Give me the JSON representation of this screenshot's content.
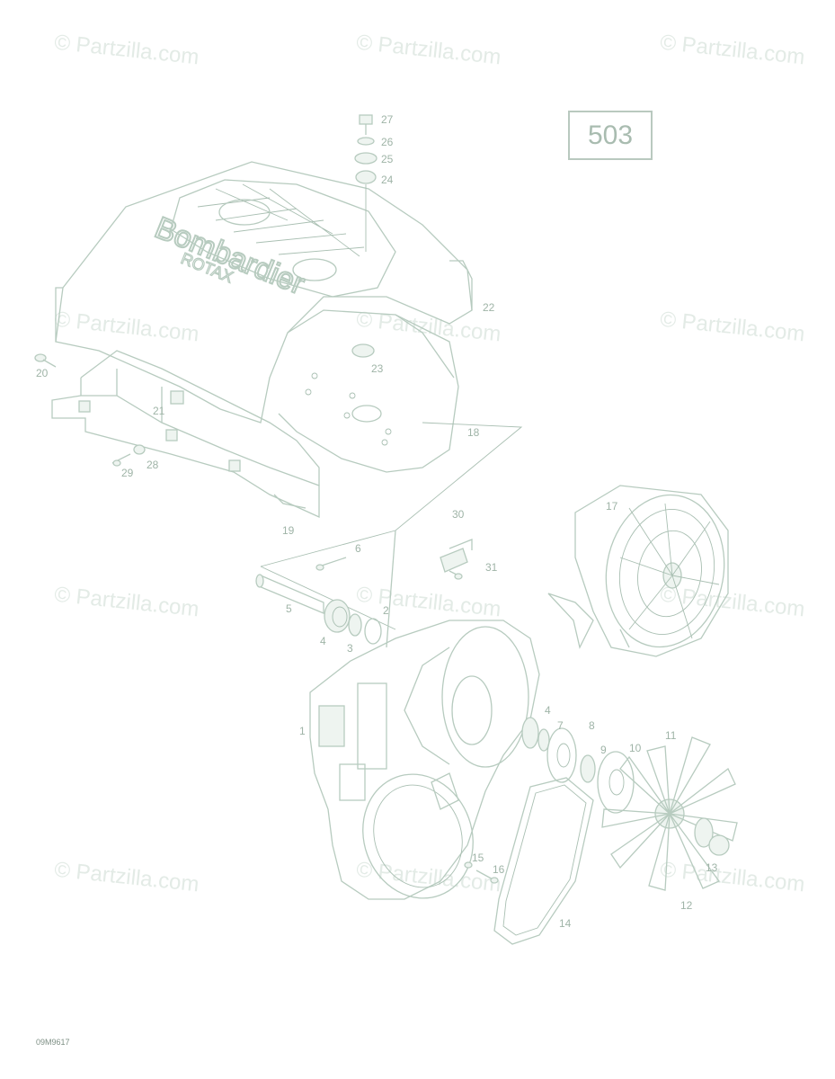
{
  "diagram": {
    "model_number": "503",
    "drawing_code": "09M9617",
    "brand_text": "Bombardier",
    "sub_brand_text": "ROTAX",
    "watermark_text": "© Partzilla.com",
    "part_numbers": [
      "1",
      "2",
      "3",
      "4",
      "4",
      "5",
      "6",
      "7",
      "8",
      "9",
      "10",
      "11",
      "12",
      "13",
      "14",
      "15",
      "16",
      "17",
      "18",
      "19",
      "20",
      "21",
      "22",
      "23",
      "24",
      "25",
      "26",
      "27",
      "28",
      "29",
      "30",
      "31"
    ]
  },
  "colors": {
    "line": "#b7cbbf",
    "label": "#9fb4a7",
    "watermark": "#e3ebe6"
  }
}
